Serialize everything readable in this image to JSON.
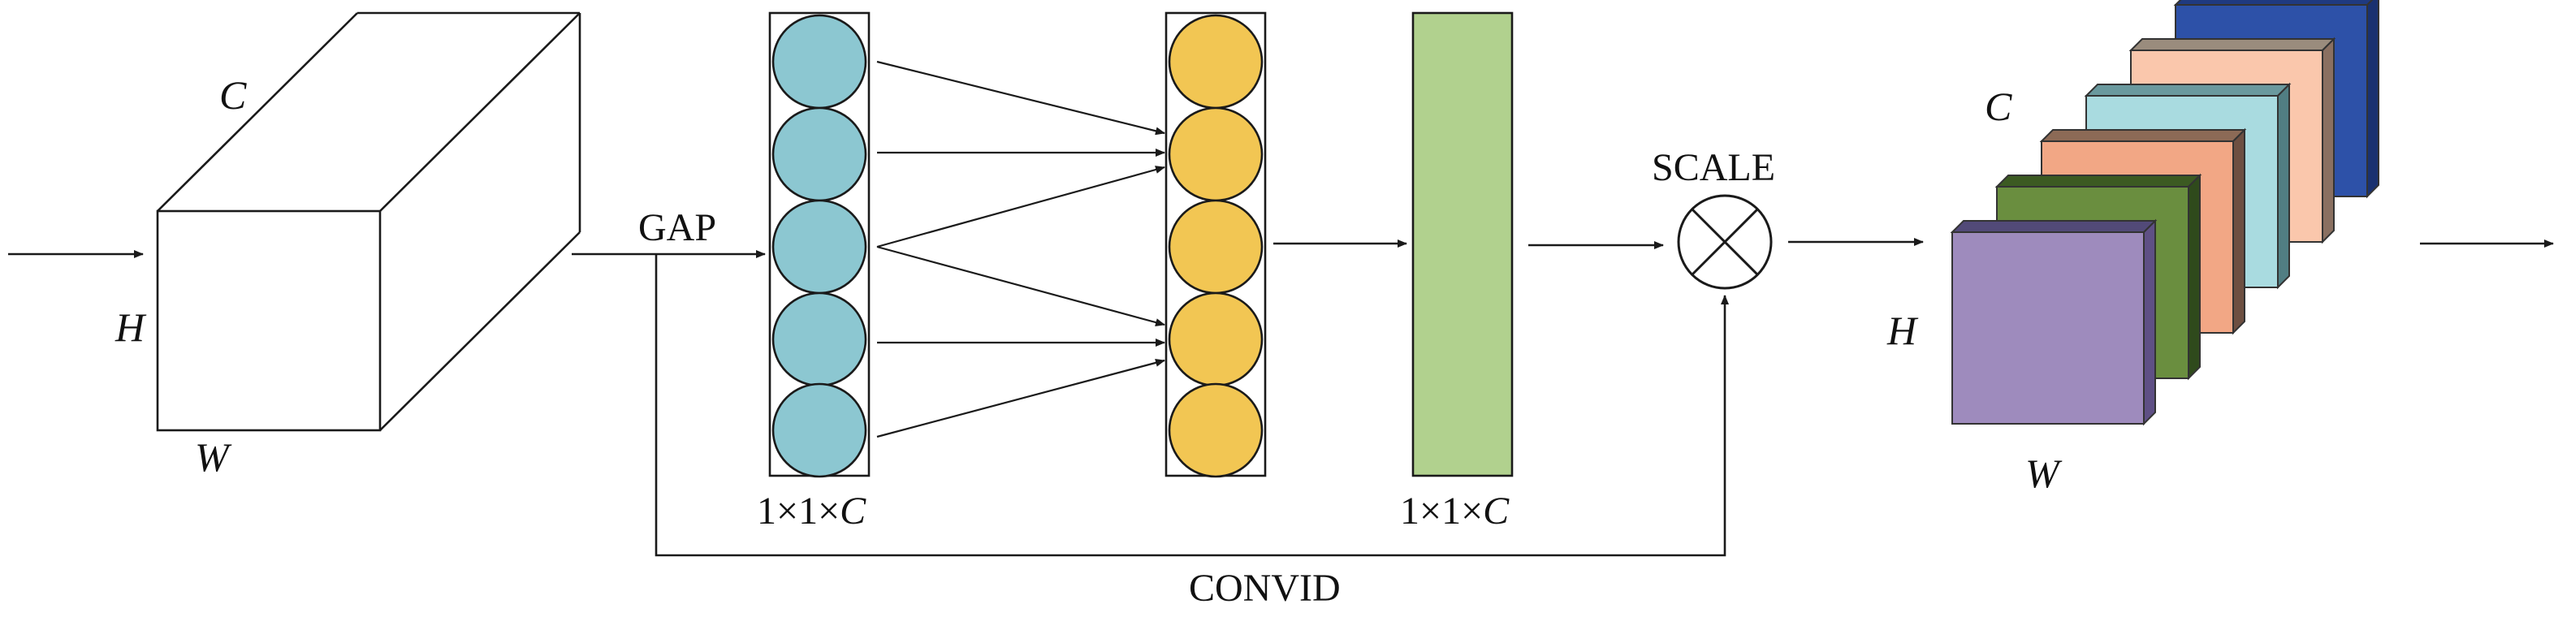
{
  "labels": {
    "c1": "C",
    "h1": "H",
    "w1": "W",
    "gap": "GAP",
    "vec1": "1×1×",
    "vec1_c": "C",
    "vec2": "1×1×",
    "vec2_c": "C",
    "scale": "SCALE",
    "convid": "CONVID",
    "c2": "C",
    "h2": "H",
    "w2": "W"
  },
  "colors": {
    "blue_node": "#8cc7d1",
    "yellow_node": "#f2c653",
    "green_vector": "#b1d18e",
    "stack": [
      "#9e8bbd",
      "#6a8e3f",
      "#f2a785",
      "#a9dbe0",
      "#fac7ac",
      "#2d51a8"
    ],
    "stack_tops": [
      "#524a78",
      "#3c5a22",
      "#8c6a56",
      "#6a999e",
      "#9a8c7d",
      "#1f3a80"
    ],
    "stack_sides": [
      "#5f5085",
      "#2f4a1c",
      "#6d4f41",
      "#517e83",
      "#8a7061",
      "#1a3170"
    ]
  },
  "icons": {
    "multiply": "circle-times-icon"
  }
}
